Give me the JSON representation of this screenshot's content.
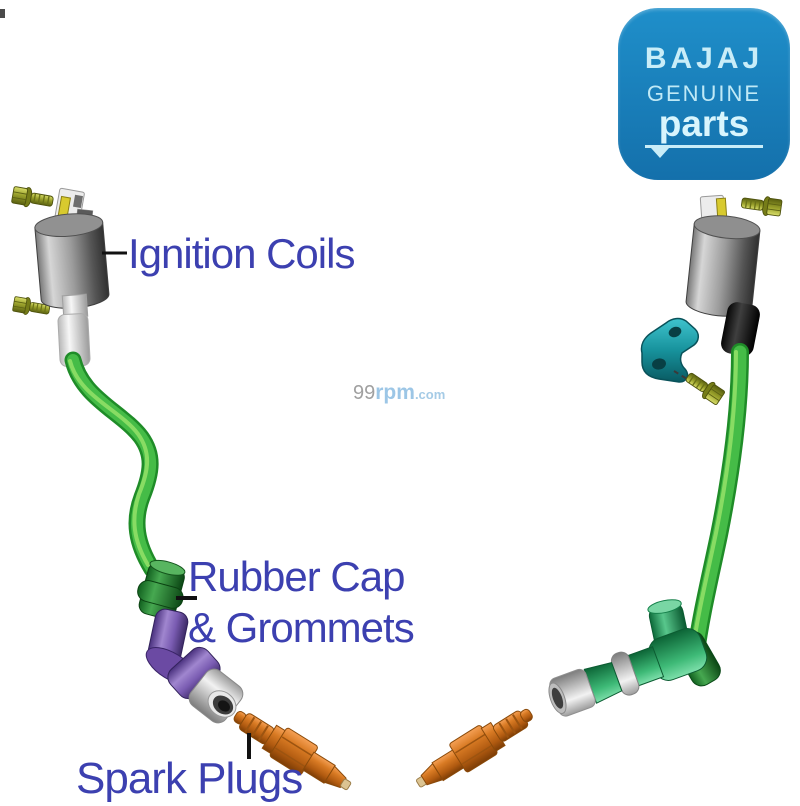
{
  "logo": {
    "brand": "BAJAJ",
    "genuine": "GENUINE",
    "parts": "parts",
    "bg_color": "#1a7fc0",
    "text_color": "#c9edf8"
  },
  "labels": {
    "ignition_coils": "Ignition Coils",
    "rubber_cap_line1": "Rubber Cap",
    "rubber_cap_line2": "& Grommets",
    "spark_plugs": "Spark Plugs",
    "label_color": "#3c40b0"
  },
  "watermark": {
    "prefix": "99",
    "mid": "rpm",
    "suffix": ".com"
  },
  "parts_shown": {
    "left_assembly": [
      "mounting-bolts",
      "ignition-coil",
      "ht-lead-wire",
      "rubber-cap-grommet",
      "spark-plug-boot",
      "spark-plug"
    ],
    "right_assembly": [
      "ignition-coil",
      "mounting-bracket",
      "mounting-bolts",
      "ht-lead-wire",
      "spark-plug-cap",
      "spark-plug"
    ]
  },
  "colors": {
    "wire_green": "#3cb93e",
    "plug_orange": "#cd6a1f",
    "boot_purple": "#7b58b8",
    "grommet_green": "#2e8b3a",
    "cap_mint": "#3db874",
    "bracket_teal": "#17929c",
    "bolt_olive": "#9aa12b",
    "coil_gray": "#9e9e9e"
  }
}
